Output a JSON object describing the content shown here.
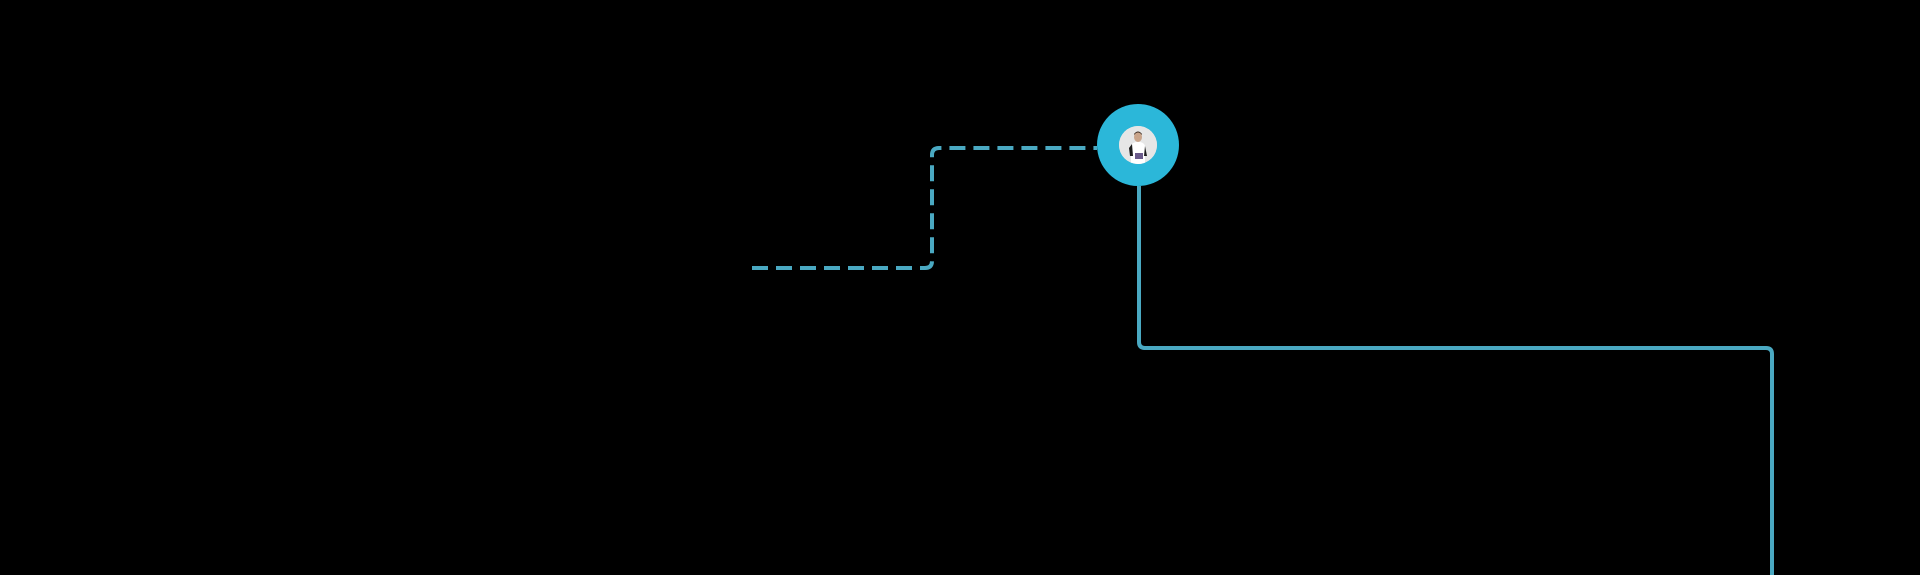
{
  "diagram": {
    "colors": {
      "background": "#000000",
      "connector": "#4aa9c2",
      "node_ring": "#2bb7d9",
      "avatar_bg": "#e6e6e6"
    },
    "nodes": [
      {
        "id": "person-node",
        "icon": "person-avatar-icon"
      }
    ],
    "connectors": [
      {
        "id": "dashed-connector",
        "style": "dashed",
        "from": "left",
        "to": "person-node"
      },
      {
        "id": "solid-connector",
        "style": "solid",
        "from": "person-node",
        "to": "bottom-right"
      }
    ]
  }
}
